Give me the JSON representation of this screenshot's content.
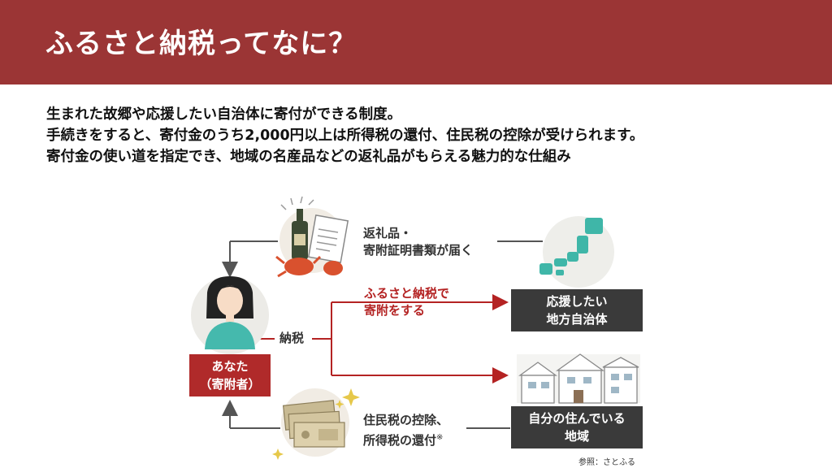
{
  "header": {
    "title": "ふるさと納税ってなに？",
    "bg_color": "#9b3535"
  },
  "intro": {
    "lines": [
      "生まれた故郷や応援したい自治体に寄付ができる制度。",
      "手続きをすると、寄付金のうち2,000円以上は所得税の還付、住民税の控除が受けられます。",
      "寄付金の使い道を指定でき、地域の名産品などの返礼品がもらえる魅力的な仕組み"
    ]
  },
  "diagram": {
    "you_box": {
      "line1": "あなた",
      "line2": "（寄附者）",
      "color": "#b02a2a"
    },
    "tax_label": "納税",
    "gift_label": {
      "line1": "返礼品・",
      "line2": "寄附証明書類が届く"
    },
    "donate_label": {
      "line1": "ふるさと納税で",
      "line2": "寄附をする",
      "color": "#b42323"
    },
    "support_box": {
      "line1": "応援したい",
      "line2": "地方自治体"
    },
    "deduction_label": {
      "line1": "住民税の控除、",
      "line2": "所得税の還付",
      "note_mark": "※"
    },
    "home_box": {
      "line1": "自分の住んでいる",
      "line2": "地域"
    },
    "accent_teal": "#3fb6a8"
  },
  "source": "参照：さとふる"
}
